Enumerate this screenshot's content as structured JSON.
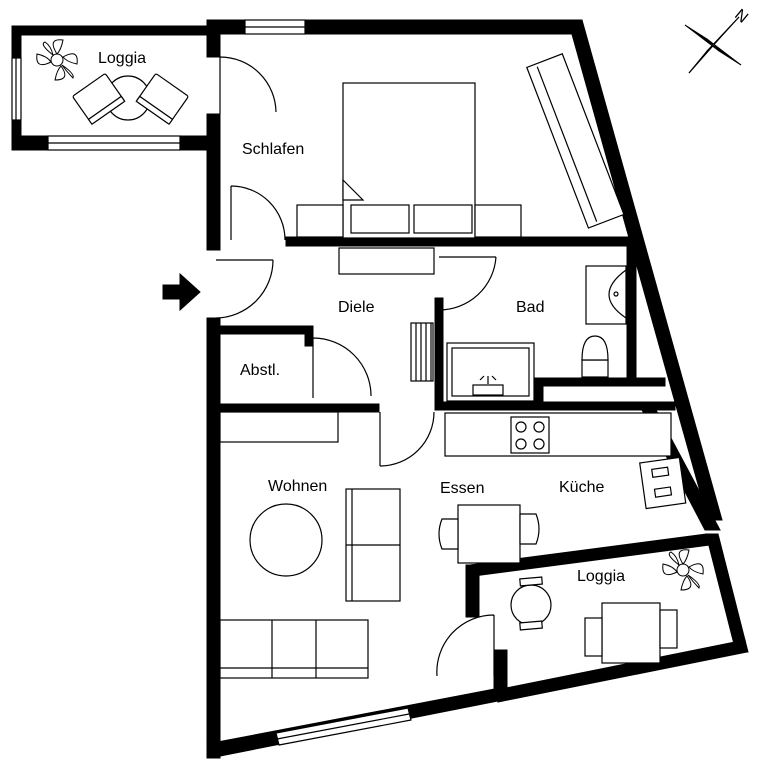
{
  "rooms": {
    "loggia_top": "Loggia",
    "schlafen": "Schlafen",
    "diele": "Diele",
    "bad": "Bad",
    "abstl": "Abstl.",
    "wohnen": "Wohnen",
    "essen": "Essen",
    "kueche": "Küche",
    "loggia_bottom": "Loggia"
  },
  "compass": {
    "label": "N"
  },
  "icons": {
    "entrance": "entrance-arrow-icon",
    "compass": "compass-rose-icon",
    "plant": "plant-icon"
  }
}
